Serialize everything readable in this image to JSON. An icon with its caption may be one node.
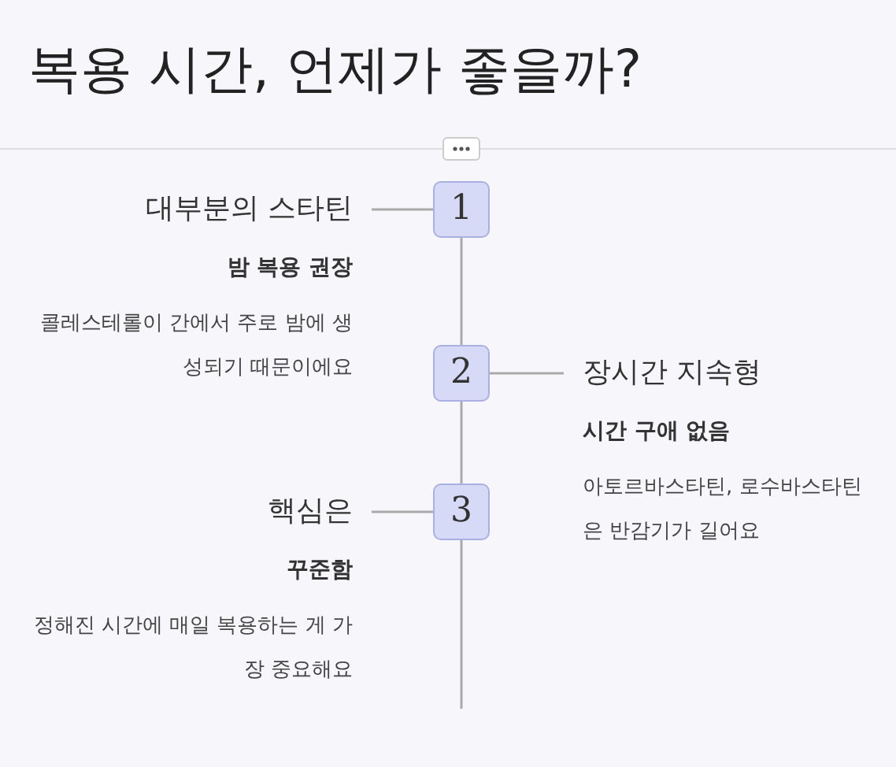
{
  "diagram": {
    "title": "복용 시간, 언제가 좋을까?",
    "nodes": [
      {
        "text": [
          "대부분의 스타틴",
          "밤 복용 권장",
          "콜레스테롤이 간에서 주로 밤에 생성되기 때문이에요"
        ]
      },
      {
        "text": [
          "1"
        ]
      },
      {
        "text": [
          "2"
        ]
      },
      {
        "text": [
          "장시간 지속형",
          "시간 구애 없음",
          "아토르바스타틴, 로수바스타틴은 반감기가 길어요"
        ]
      },
      {
        "text": [
          "핵심은",
          "꾸준함",
          "정해진 시간에 매일 복용하는 게 가장 중요해요"
        ]
      },
      {
        "text": [
          "3"
        ]
      }
    ],
    "edges": [
      {
        "from": 0,
        "to": 1,
        "arrow": "none"
      },
      {
        "from": 1,
        "to": 2,
        "arrow": "none"
      },
      {
        "from": 2,
        "to": 3,
        "arrow": "none"
      },
      {
        "from": 2,
        "to": 5,
        "arrow": "none"
      },
      {
        "from": 4,
        "to": 5,
        "arrow": "none"
      },
      {
        "from": 5,
        "to": null,
        "arrow": "none"
      }
    ]
  }
}
